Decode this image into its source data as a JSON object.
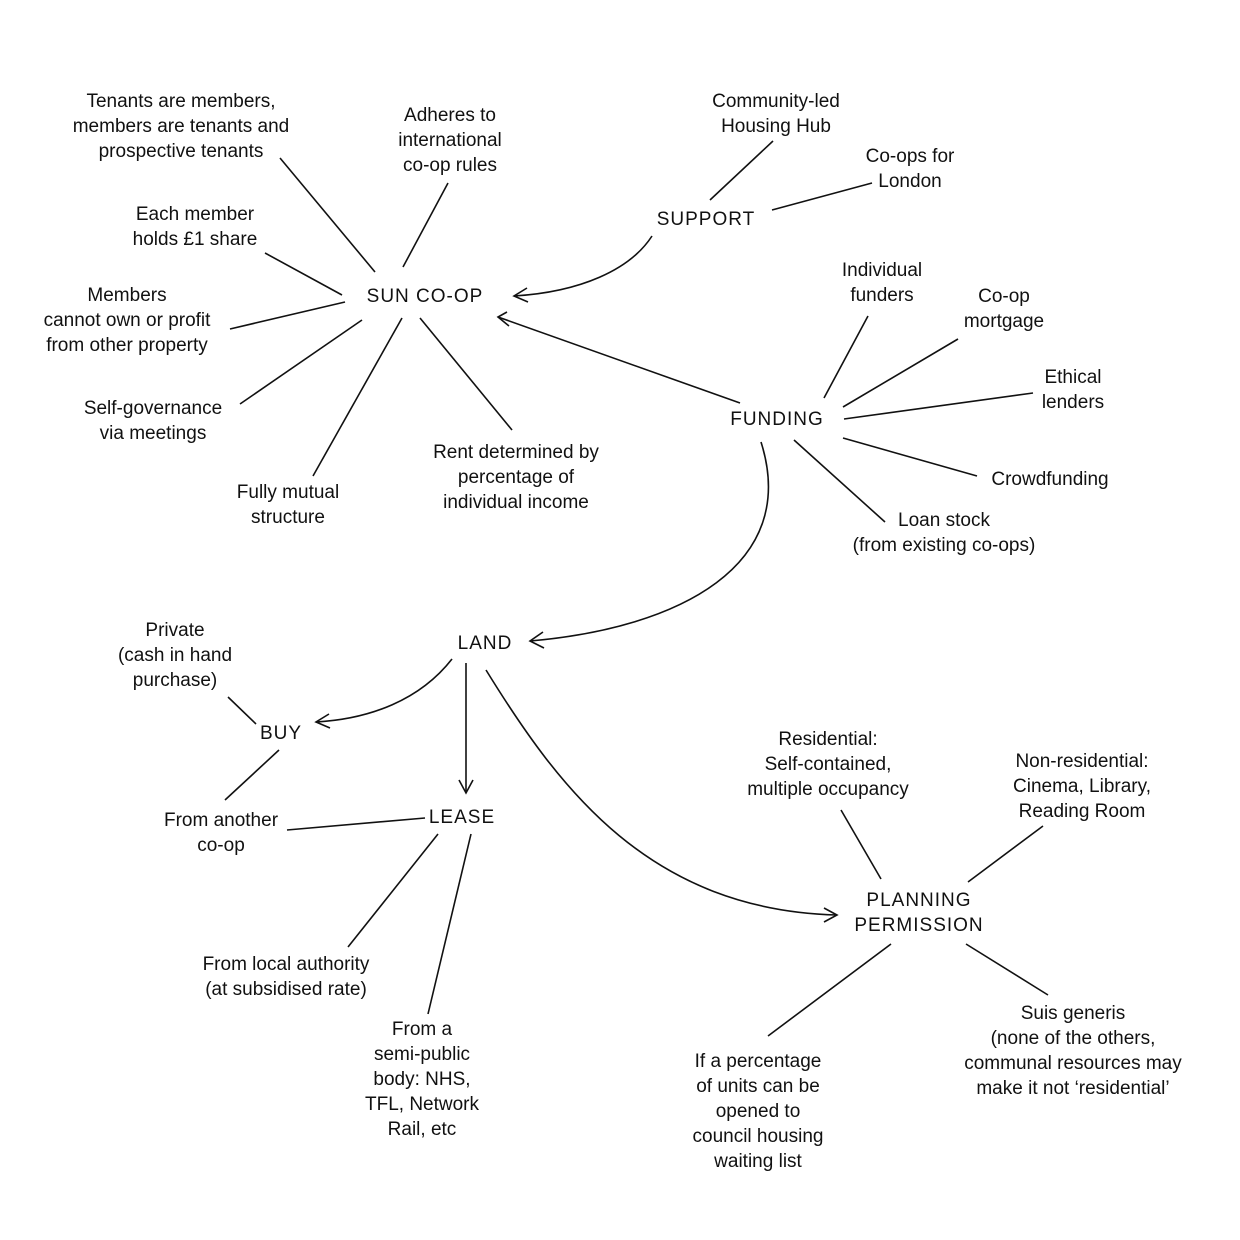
{
  "hubs": {
    "sun_coop": "SUN CO-OP",
    "support": "SUPPORT",
    "funding": "FUNDING",
    "land": "LAND",
    "buy": "BUY",
    "lease": "LEASE",
    "planning": "PLANNING\nPERMISSION"
  },
  "sun_coop_nodes": {
    "tenants": "Tenants are members,\nmembers are tenants and\nprospective tenants",
    "rules": "Adheres to\ninternational\nco-op rules",
    "share": "Each member\nholds £1 share",
    "property": "Members\ncannot own or profit\nfrom other property",
    "governance": "Self-governance\nvia meetings",
    "mutual": "Fully mutual\nstructure",
    "rent": "Rent determined by\npercentage of\nindividual income"
  },
  "support_nodes": {
    "hub": "Community-led\nHousing Hub",
    "london": "Co-ops for\nLondon"
  },
  "funding_nodes": {
    "individual": "Individual\nfunders",
    "mortgage": "Co-op\nmortgage",
    "ethical": "Ethical\nlenders",
    "crowd": "Crowdfunding",
    "loan": "Loan stock\n(from existing co-ops)"
  },
  "land_nodes": {
    "private": "Private\n(cash in hand\npurchase)",
    "another": "From another\nco-op",
    "local": "From local authority\n(at subsidised rate)",
    "semi": "From a\nsemi-public\nbody: NHS,\nTFL, Network\nRail, etc"
  },
  "planning_nodes": {
    "residential": "Residential:\nSelf-contained,\nmultiple occupancy",
    "nonres": "Non-residential:\nCinema, Library,\nReading Room",
    "percentage": "If a percentage\nof units can be\nopened to\ncouncil housing\nwaiting list",
    "suis": "Suis generis\n(none of the others,\ncommunal resources may\nmake it not ‘residential’"
  }
}
